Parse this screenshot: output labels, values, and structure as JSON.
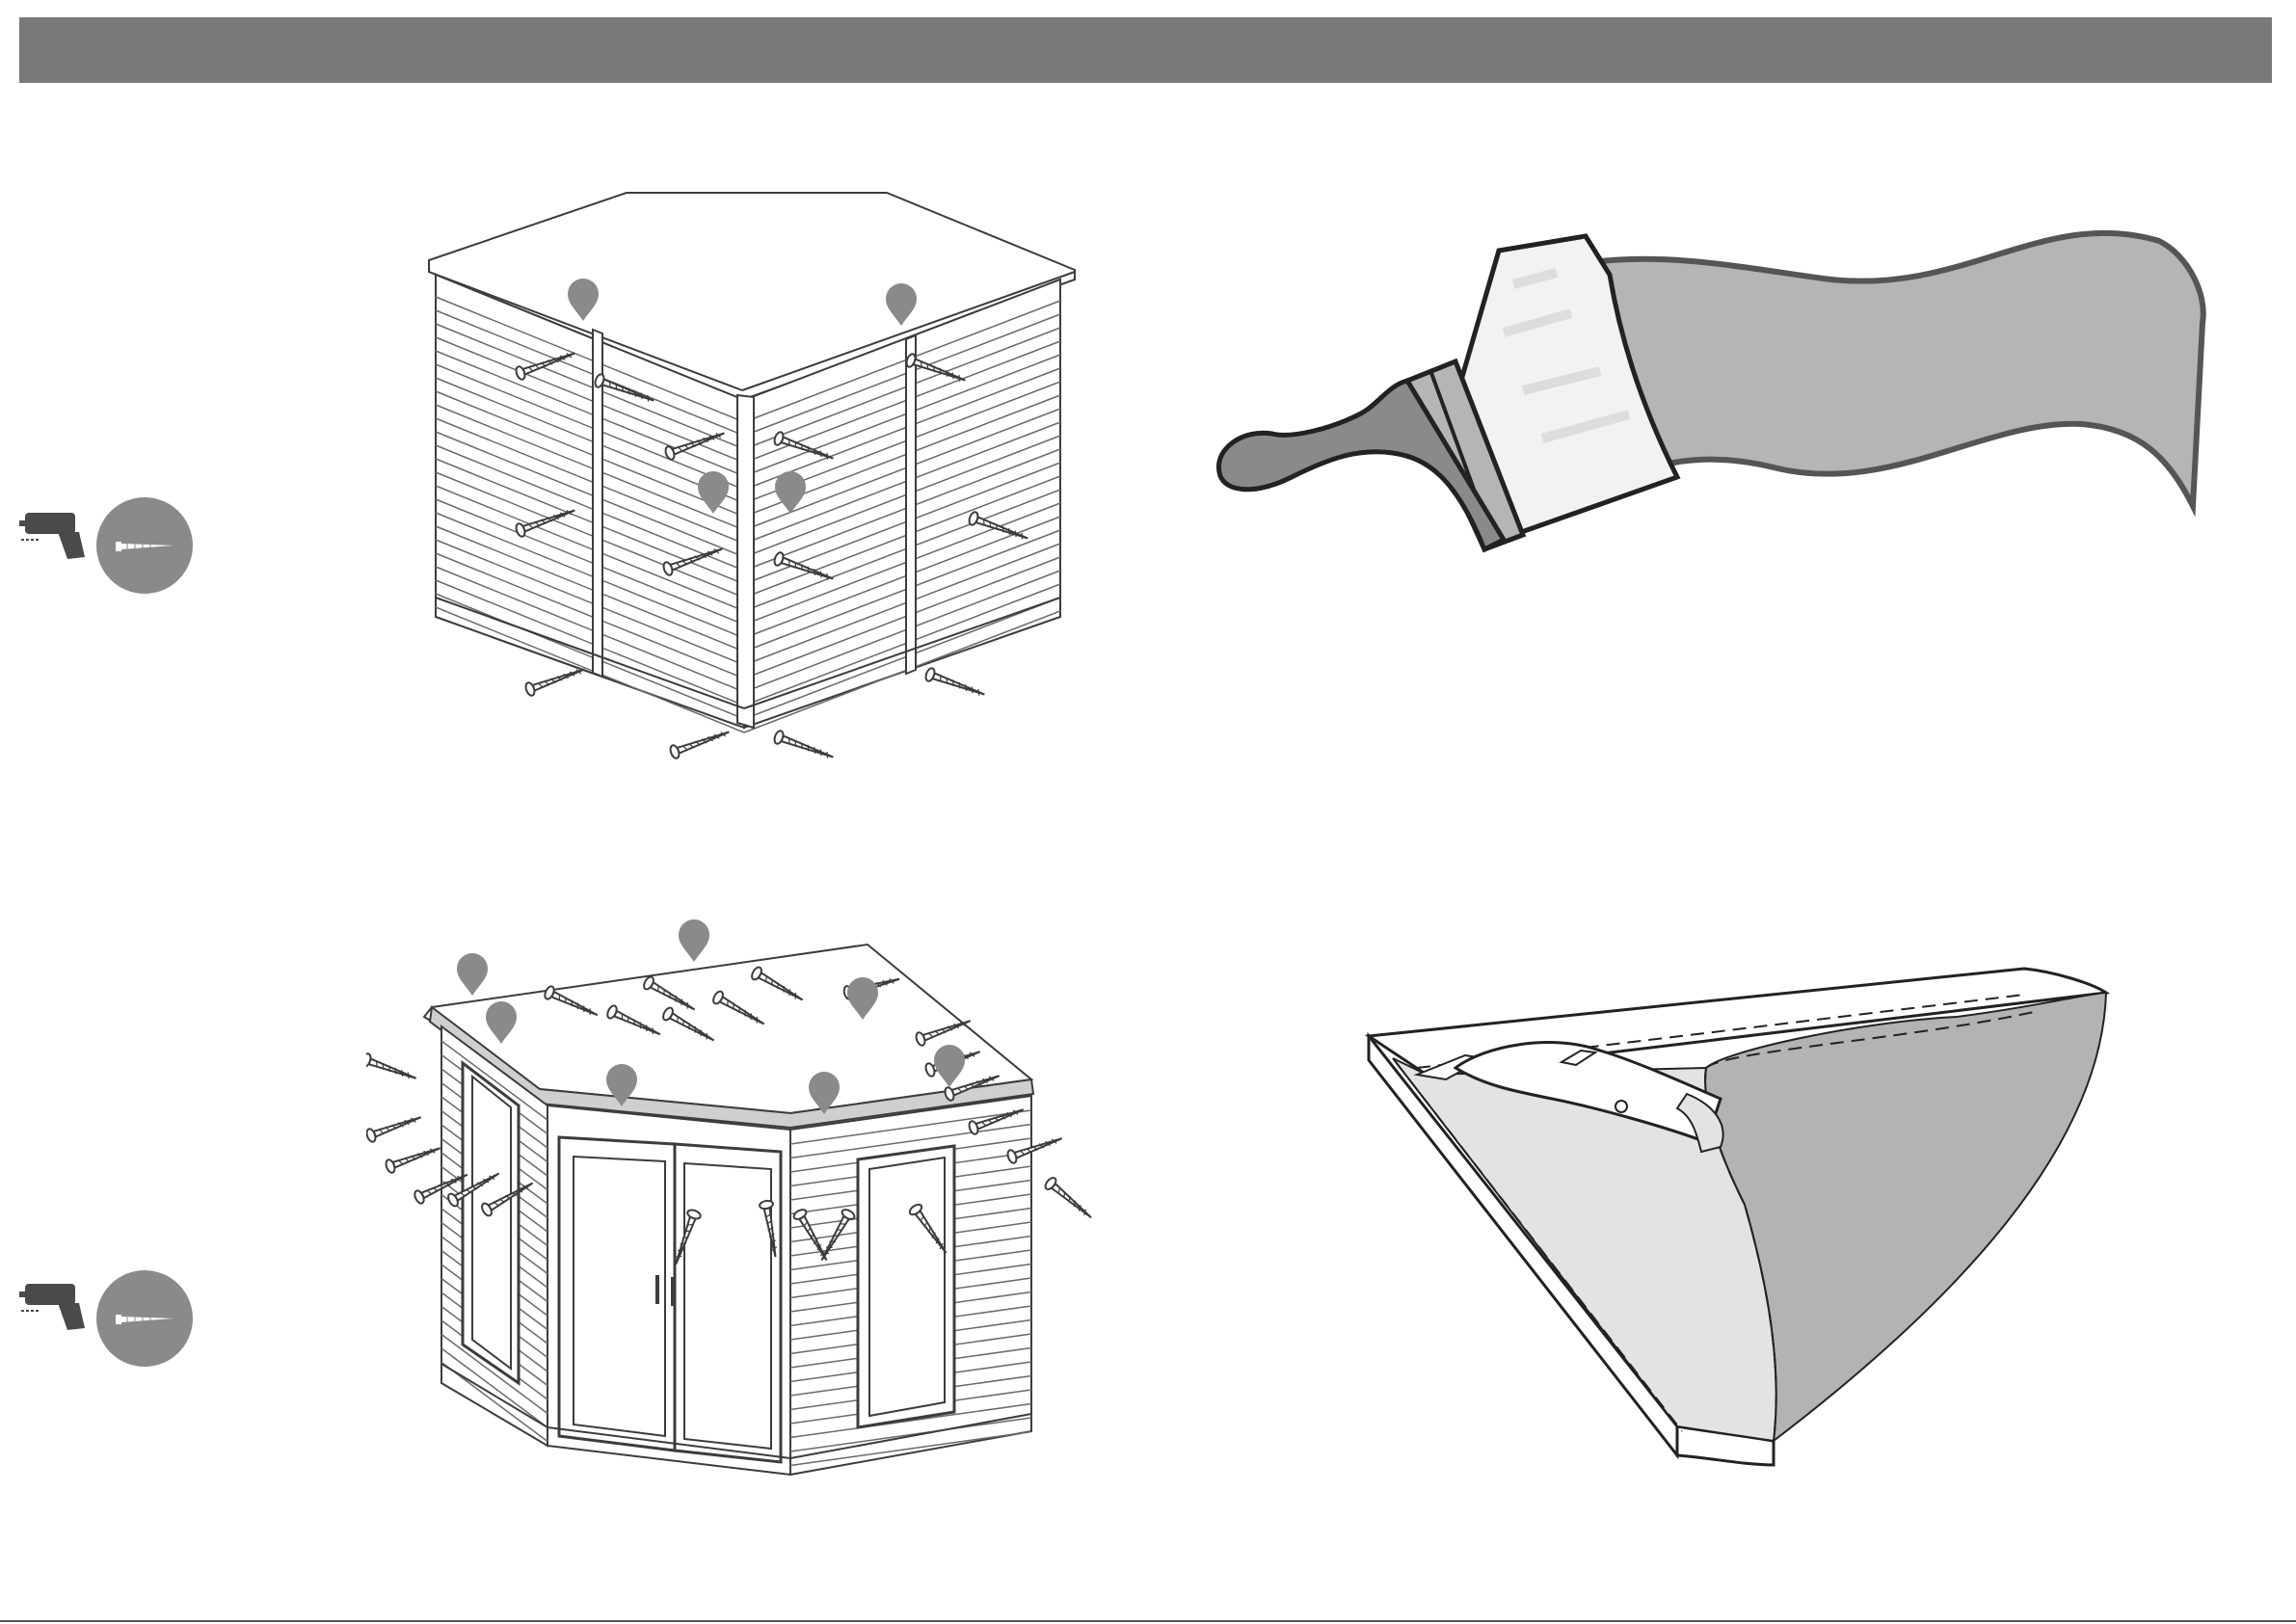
{
  "page": {
    "header_bar": {
      "color": "#7a7879"
    }
  },
  "steps": [
    {
      "id": "fix-corner-shed-panels",
      "tools": [
        {
          "icon": "power-drill-icon"
        },
        {
          "icon": "screw-icon"
        }
      ],
      "illustration": "shed-rear-view-diagram",
      "marker_icon": "glue-drop-icon"
    },
    {
      "id": "apply-wood-treatment",
      "illustration": "paintbrush-icon"
    },
    {
      "id": "fix-roof-to-shed",
      "tools": [
        {
          "icon": "power-drill-icon"
        },
        {
          "icon": "screw-icon"
        }
      ],
      "illustration": "shed-front-view-diagram",
      "marker_icon": "glue-drop-icon"
    },
    {
      "id": "trim-roof-felt",
      "illustration": "roof-felt-trim-diagram",
      "tool_icon": "utility-knife-icon"
    }
  ],
  "colors": {
    "callout_grey": "#8a8a8a",
    "line": "#3c3c3c",
    "brush_band": "#b5b5b5",
    "felt_dark": "#b3b3b3",
    "felt_light": "#e3e3e3"
  }
}
